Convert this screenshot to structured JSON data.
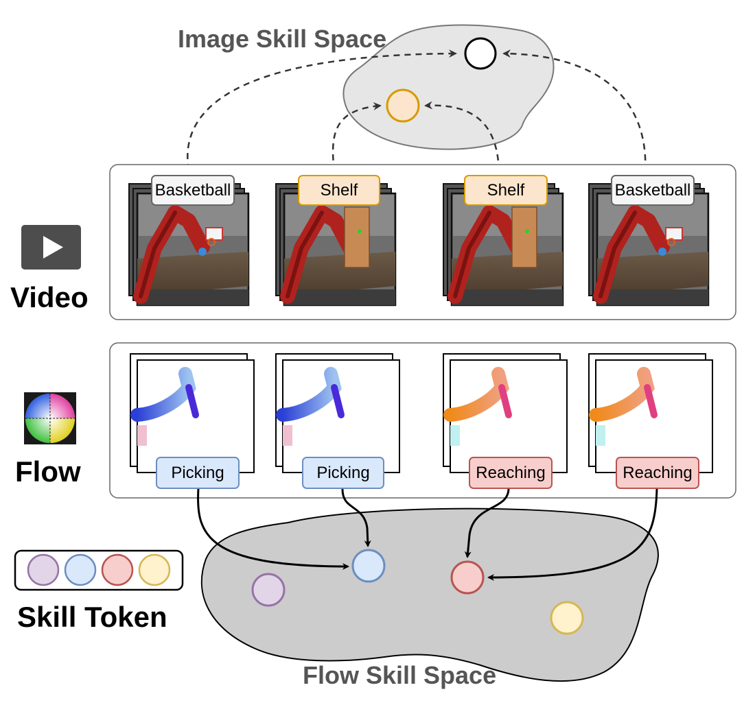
{
  "image_skill_space": {
    "title": "Image Skill Space"
  },
  "flow_skill_space": {
    "title": "Flow Skill Space"
  },
  "rows": {
    "video": "Video",
    "flow": "Flow"
  },
  "legend": {
    "title": "Skill Token",
    "tokens": [
      {
        "name": "purple",
        "fill": "#e1d5e7",
        "stroke": "#9673a6"
      },
      {
        "name": "blue",
        "fill": "#dae8fc",
        "stroke": "#6c8ebf"
      },
      {
        "name": "red",
        "fill": "#f8cecc",
        "stroke": "#b85450"
      },
      {
        "name": "yellow",
        "fill": "#fff2cc",
        "stroke": "#d6b656"
      }
    ]
  },
  "video_tags": [
    {
      "text": "Basketball",
      "fill": "#f5f5f5",
      "stroke": "#666666"
    },
    {
      "text": "Shelf",
      "fill": "#fce5cd",
      "stroke": "#d79b00"
    },
    {
      "text": "Shelf",
      "fill": "#fce5cd",
      "stroke": "#d79b00"
    },
    {
      "text": "Basketball",
      "fill": "#f5f5f5",
      "stroke": "#666666"
    }
  ],
  "flow_tags": [
    {
      "text": "Picking",
      "fill": "#dae8fc",
      "stroke": "#6c8ebf"
    },
    {
      "text": "Picking",
      "fill": "#dae8fc",
      "stroke": "#6c8ebf"
    },
    {
      "text": "Reaching",
      "fill": "#f8cecc",
      "stroke": "#b85450"
    },
    {
      "text": "Reaching",
      "fill": "#f8cecc",
      "stroke": "#b85450"
    }
  ],
  "colors": {
    "space_fill": "#d9d9d9",
    "image_space_fill": "#e6e6e6",
    "orange_token_fill": "#fce5cd",
    "orange_token_stroke": "#d79b00",
    "white_token_fill": "#ffffff",
    "white_token_stroke": "#000000"
  }
}
